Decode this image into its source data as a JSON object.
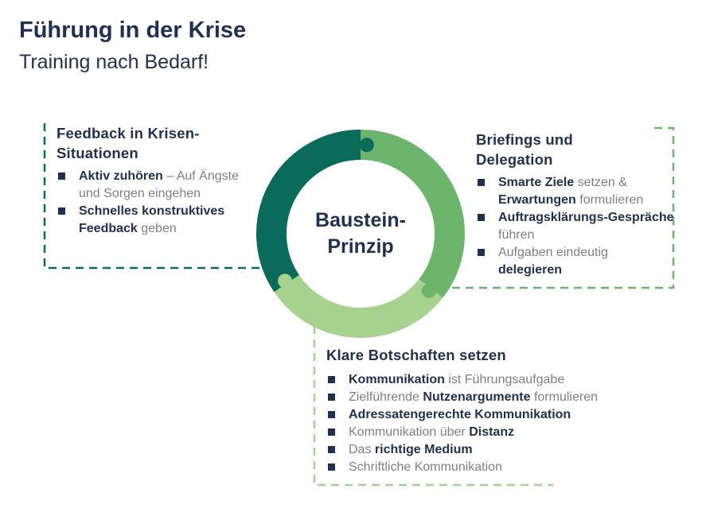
{
  "title": "Führung in der Krise",
  "subtitle": "Training nach Bedarf!",
  "center": {
    "line1": "Baustein-",
    "line2": "Prinzip"
  },
  "colors": {
    "dark": "#0b6b5a",
    "medium": "#6db56c",
    "light": "#a6d18f",
    "text": "#1f3050",
    "gray": "#7f7f7f"
  },
  "left": {
    "title1": "Feedback in Krisen-",
    "title2": "Situationen",
    "items": [
      [
        {
          "t": "Aktiv zuhören",
          "b": true
        },
        {
          "t": " – Auf Ängste und Sorgen eingehen",
          "b": false
        }
      ],
      [
        {
          "t": "Schnelles konstruktives Feedback",
          "b": true
        },
        {
          "t": " geben",
          "b": false
        }
      ]
    ]
  },
  "right": {
    "title1": "Briefings und",
    "title2": "Delegation",
    "items": [
      [
        {
          "t": "Smarte Ziele",
          "b": true
        },
        {
          "t": " setzen & ",
          "b": false
        },
        {
          "t": "Erwartungen",
          "b": true
        },
        {
          "t": " formulieren",
          "b": false
        }
      ],
      [
        {
          "t": "Auftragsklärungs-Gespräche",
          "b": true
        },
        {
          "t": " führen",
          "b": false
        }
      ],
      [
        {
          "t": "Aufgaben eindeutig ",
          "b": false
        },
        {
          "t": "delegieren",
          "b": true
        }
      ]
    ]
  },
  "bottom": {
    "title1": "Klare Botschaften setzen",
    "items": [
      [
        {
          "t": "Kommunikation",
          "b": true
        },
        {
          "t": " ist Führungsaufgabe",
          "b": false
        }
      ],
      [
        {
          "t": "Zielführende ",
          "b": false
        },
        {
          "t": "Nutzenargumente",
          "b": true
        },
        {
          "t": " formulieren",
          "b": false
        }
      ],
      [
        {
          "t": "Adressatengerechte Kommunikation",
          "b": true
        }
      ],
      [
        {
          "t": "Kommunikation über ",
          "b": false
        },
        {
          "t": "Distanz",
          "b": true
        }
      ],
      [
        {
          "t": "Das ",
          "b": false
        },
        {
          "t": "richtige Medium",
          "b": true
        }
      ],
      [
        {
          "t": "Schriftliche Kommunikation",
          "b": false
        }
      ]
    ]
  }
}
